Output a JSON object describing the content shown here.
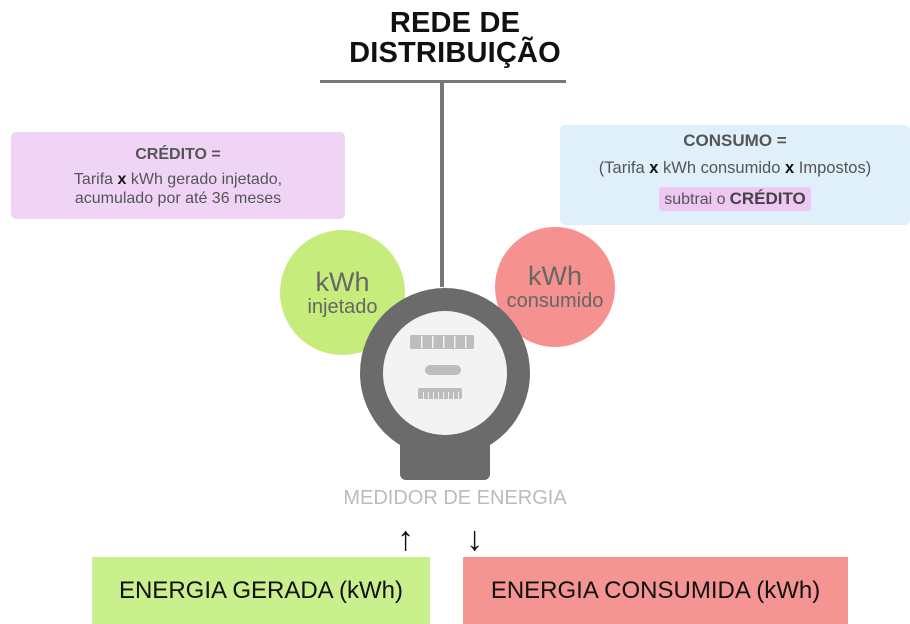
{
  "title": {
    "line1": "REDE DE",
    "line2": "DISTRIBUIÇÃO"
  },
  "credit": {
    "heading": "CRÉDITO =",
    "line1_a": "Tarifa",
    "line1_x": "x",
    "line1_b": "kWh gerado injetado,",
    "line2": "acumulado por até 36 meses",
    "bg_color": "#f0d4f5"
  },
  "consumo": {
    "heading": "CONSUMO =",
    "line_a": "(Tarifa",
    "x1": "x",
    "line_b": "kWh consumido",
    "x2": "x",
    "line_c": "Impostos)",
    "subtrai": "subtrai o",
    "credito": "CRÉDITO",
    "bg_color": "#dff0fb",
    "subtrai_bg": "#eec8f3"
  },
  "bubble_injetado": {
    "kwh": "kWh",
    "sub": "injetado",
    "color": "#c6ec7c"
  },
  "bubble_consumido": {
    "kwh": "kWh",
    "sub": "consumido",
    "color": "#f5918f"
  },
  "meter": {
    "label": "MEDIDOR DE ENERGIA",
    "body_color": "#6b6b6b",
    "face_color": "#f3f3f3",
    "detail_color": "#bdbdbd"
  },
  "arrows": {
    "up": "↑",
    "down": "↓"
  },
  "energia_gerada": {
    "label": "ENERGIA GERADA (kWh)",
    "color": "#c9f08c"
  },
  "energia_consumida": {
    "label": "ENERGIA CONSUMIDA (kWh)",
    "color": "#f59593"
  }
}
